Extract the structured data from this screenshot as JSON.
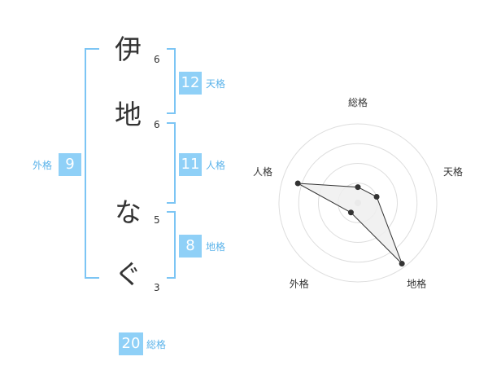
{
  "name": {
    "chars": [
      {
        "char": "伊",
        "strokes": "6"
      },
      {
        "char": "地",
        "strokes": "6"
      },
      {
        "char": "な",
        "strokes": "5"
      },
      {
        "char": "ぐ",
        "strokes": "3"
      }
    ]
  },
  "fortunes": {
    "tenkaku": {
      "value": "12",
      "label": "天格"
    },
    "jinkaku": {
      "value": "11",
      "label": "人格"
    },
    "chikaku": {
      "value": "8",
      "label": "地格"
    },
    "gaikaku": {
      "value": "9",
      "label": "外格"
    },
    "soukaku": {
      "value": "20",
      "label": "総格"
    }
  },
  "radar": {
    "labels": [
      "総格",
      "天格",
      "地格",
      "外格",
      "人格"
    ],
    "values": [
      0.2,
      0.25,
      0.95,
      0.15,
      0.8
    ],
    "colors": {
      "ring": "#dddddd",
      "fill": "#eeeeee",
      "line": "#333333",
      "center": "#cccccc"
    }
  }
}
